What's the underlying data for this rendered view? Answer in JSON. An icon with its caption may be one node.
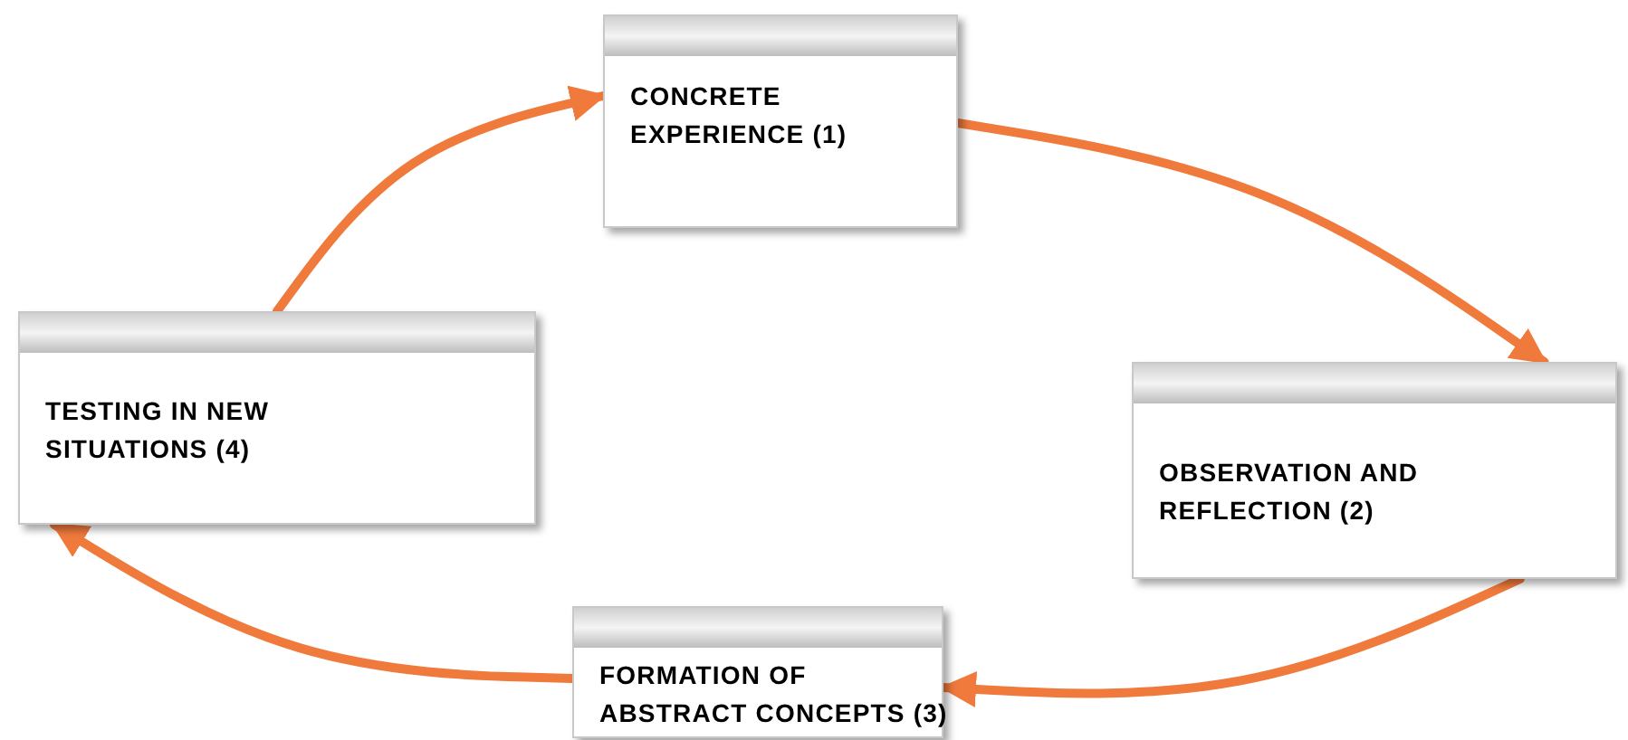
{
  "diagram": {
    "nodes": [
      {
        "text": [
          "CONCRETE EXPERIENCE (1)"
        ]
      },
      {
        "text": [
          "OBSERVATION AND REFLECTION (2)"
        ]
      },
      {
        "text": [
          "FORMATION OF ABSTRACT CONCEPTS (3)"
        ]
      },
      {
        "text": [
          "TESTING IN NEW SITUATIONS (4)"
        ]
      }
    ],
    "edges": [
      {
        "from": 3,
        "to": 0,
        "arrow": "to"
      },
      {
        "from": 0,
        "to": 1,
        "arrow": "to"
      },
      {
        "from": 1,
        "to": 2,
        "arrow": "to"
      },
      {
        "from": 2,
        "to": 3,
        "arrow": "to"
      }
    ]
  }
}
